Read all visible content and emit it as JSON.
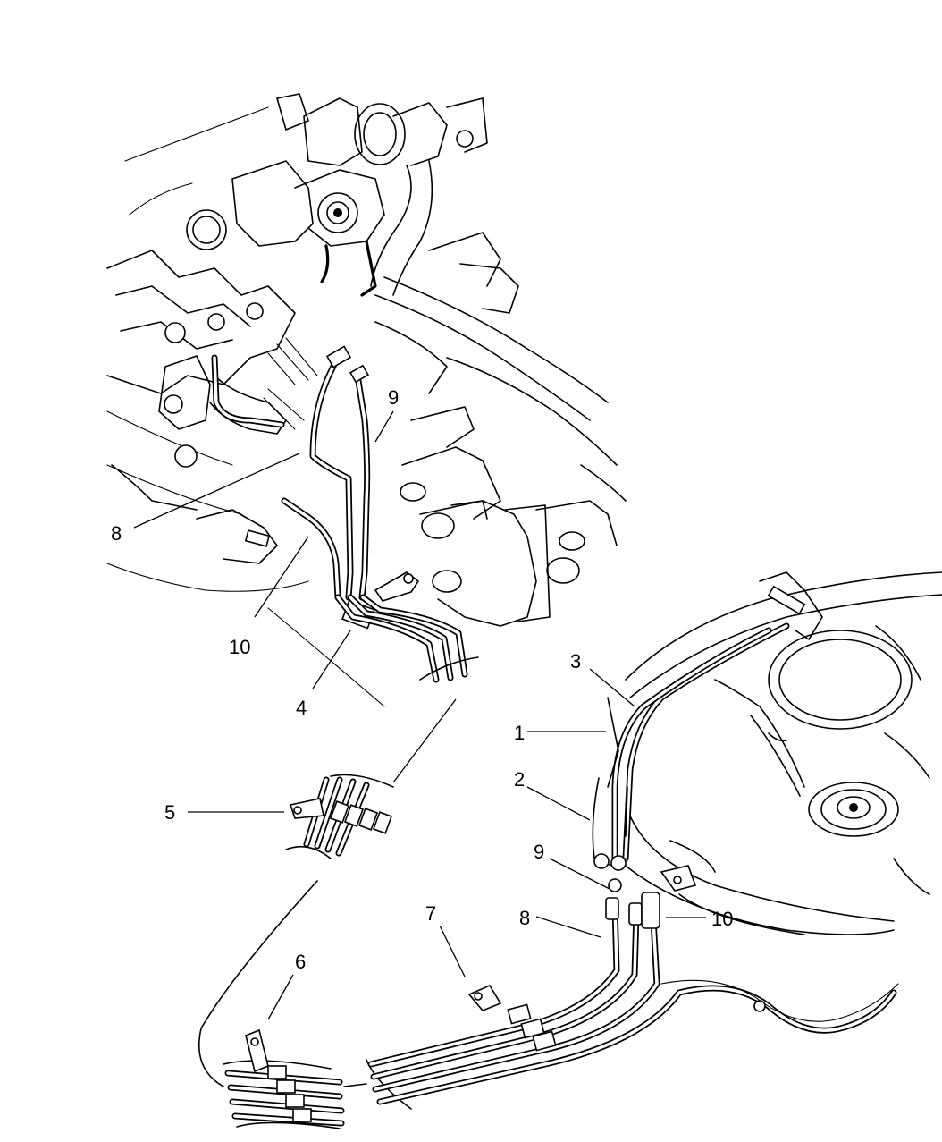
{
  "callouts": [
    {
      "id": "c1",
      "label": "1"
    },
    {
      "id": "c2",
      "label": "2"
    },
    {
      "id": "c3",
      "label": "3"
    },
    {
      "id": "c4",
      "label": "4"
    },
    {
      "id": "c5",
      "label": "5"
    },
    {
      "id": "c6",
      "label": "6"
    },
    {
      "id": "c7",
      "label": "7"
    },
    {
      "id": "c8a",
      "label": "8"
    },
    {
      "id": "c8b",
      "label": "8"
    },
    {
      "id": "c9a",
      "label": "9"
    },
    {
      "id": "c9b",
      "label": "9"
    },
    {
      "id": "c10a",
      "label": "10"
    },
    {
      "id": "c10b",
      "label": "10"
    }
  ]
}
